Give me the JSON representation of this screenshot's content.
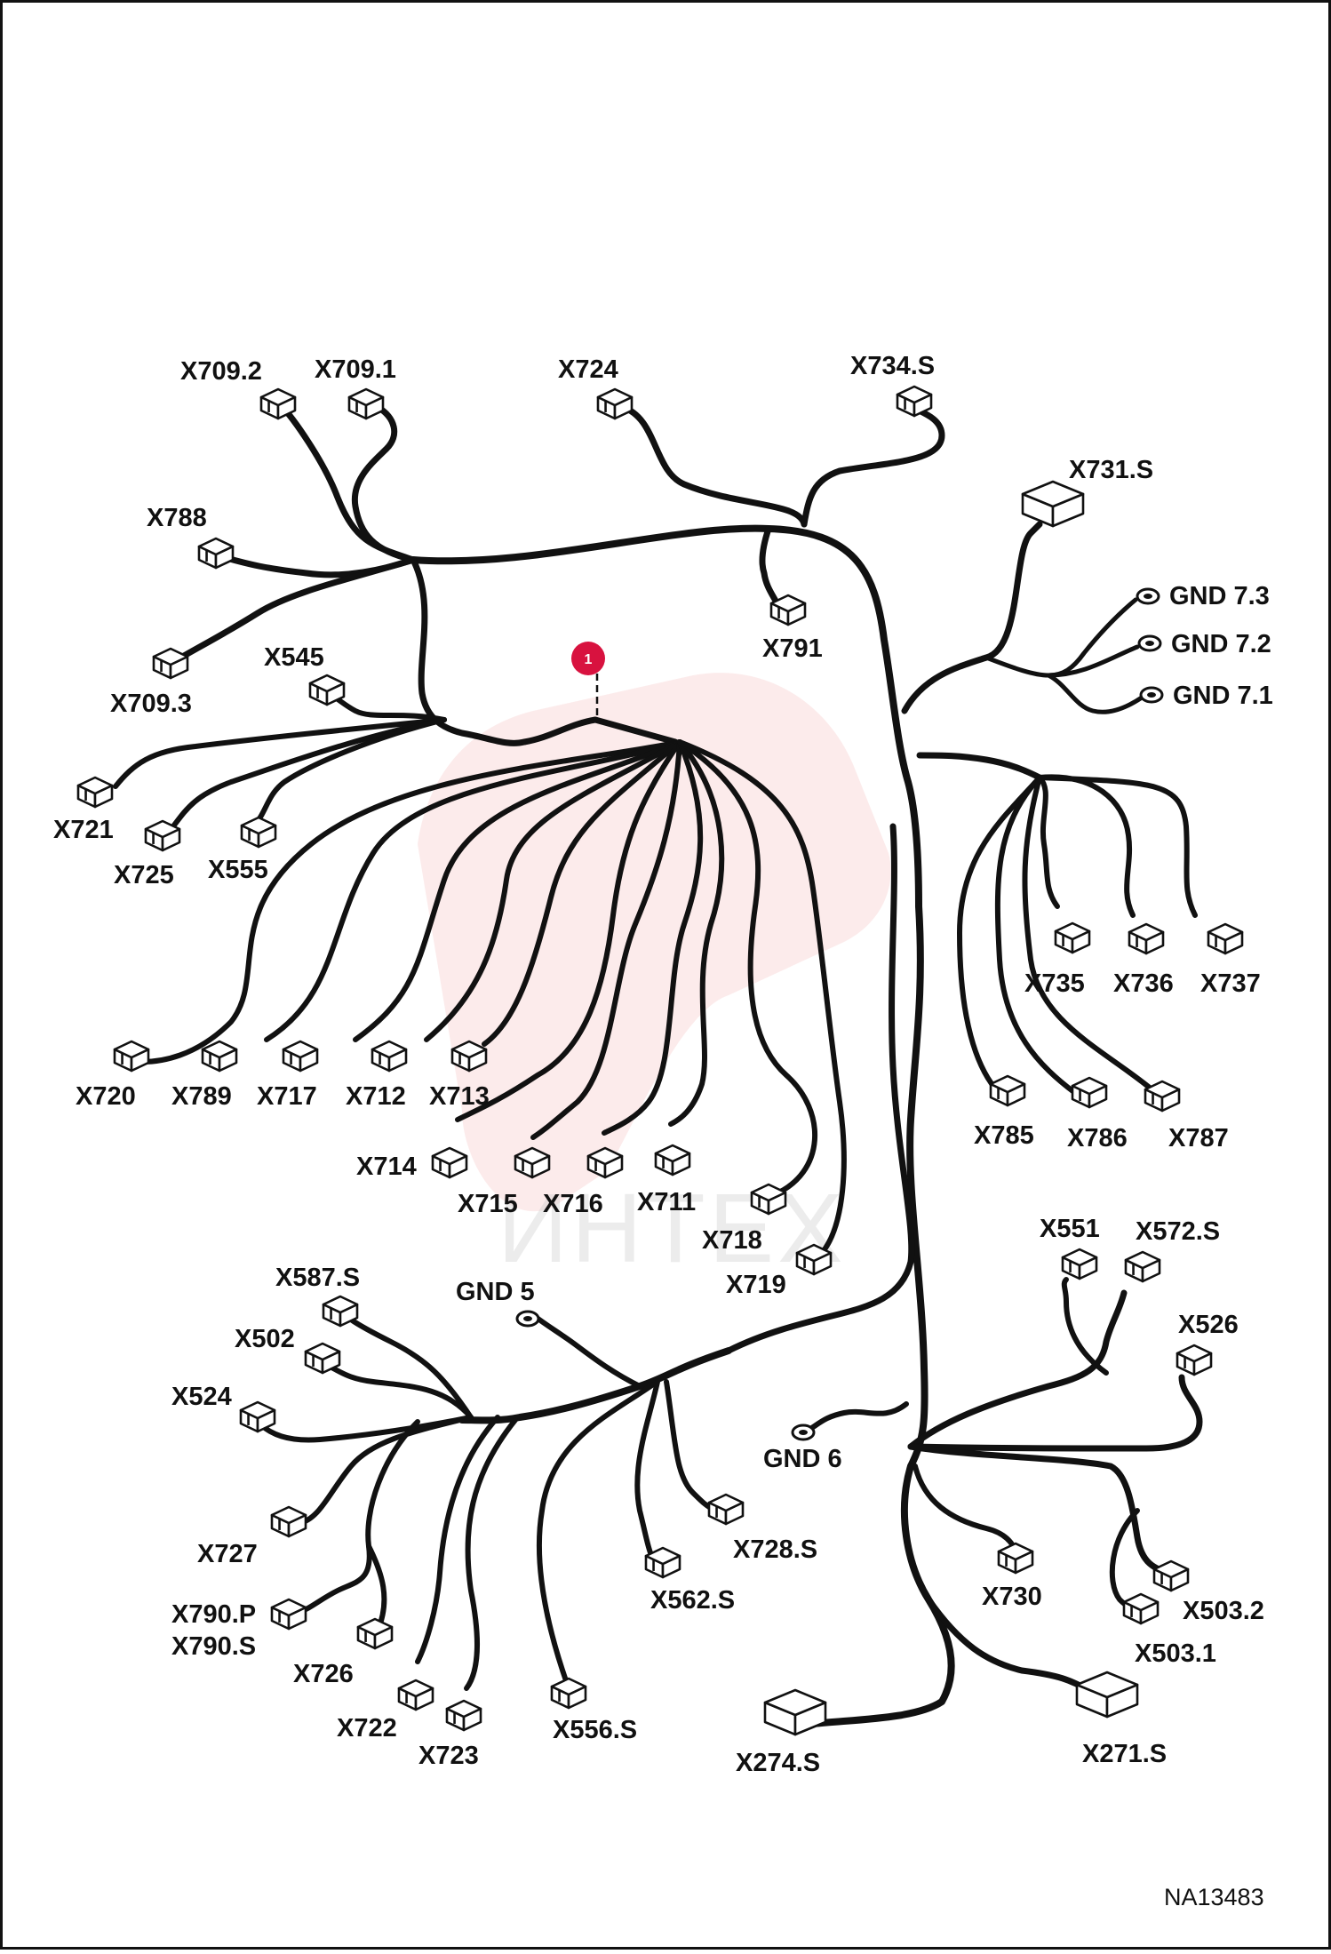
{
  "watermark": {
    "text": "ИНТЕХ"
  },
  "document_id": "NA13483",
  "callout": {
    "number": "1",
    "color": "#d8123f"
  },
  "labels": {
    "x709_2": "X709.2",
    "x709_1": "X709.1",
    "x724": "X724",
    "x734s": "X734.S",
    "x788": "X788",
    "x731s": "X731.S",
    "x791": "X791",
    "x709_3": "X709.3",
    "x545": "X545",
    "gnd7_3": "GND 7.3",
    "gnd7_2": "GND 7.2",
    "gnd7_1": "GND 7.1",
    "x721": "X721",
    "x725": "X725",
    "x555": "X555",
    "x735": "X735",
    "x736": "X736",
    "x737": "X737",
    "x720": "X720",
    "x789": "X789",
    "x717": "X717",
    "x712": "X712",
    "x713": "X713",
    "x785": "X785",
    "x786": "X786",
    "x787": "X787",
    "x714": "X714",
    "x715": "X715",
    "x716": "X716",
    "x711": "X711",
    "x718": "X718",
    "x719": "X719",
    "x551": "X551",
    "x572s": "X572.S",
    "x587s": "X587.S",
    "gnd5": "GND 5",
    "x526": "X526",
    "x502": "X502",
    "x524": "X524",
    "gnd6": "GND 6",
    "x728s": "X728.S",
    "x562s": "X562.S",
    "x727": "X727",
    "x730": "X730",
    "x503_2": "X503.2",
    "x790p": "X790.P",
    "x790s": "X790.S",
    "x726": "X726",
    "x503_1": "X503.1",
    "x722": "X722",
    "x723": "X723",
    "x556s": "X556.S",
    "x274s": "X274.S",
    "x271s": "X271.S"
  }
}
